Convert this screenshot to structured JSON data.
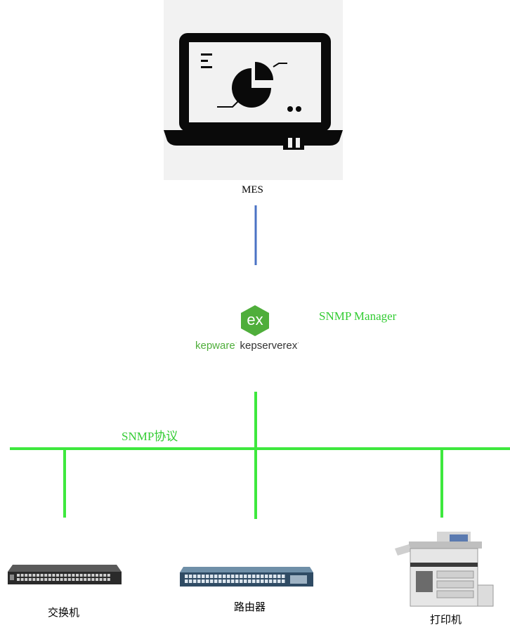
{
  "nodes": {
    "mes": {
      "label": "MES"
    },
    "kepware": {
      "brand": "kepware",
      "product": "kepserverex",
      "logo_text": "ex"
    },
    "manager_label": "SNMP Manager",
    "protocol_label": "SNMP协议",
    "devices": [
      {
        "label": "交换机"
      },
      {
        "label": "路由器"
      },
      {
        "label": "打印机"
      }
    ]
  },
  "colors": {
    "blue_link": "#4a72c4",
    "green_bus": "#3ee83e",
    "green_text": "#33cc33",
    "kepware_green": "#4fae3b"
  }
}
